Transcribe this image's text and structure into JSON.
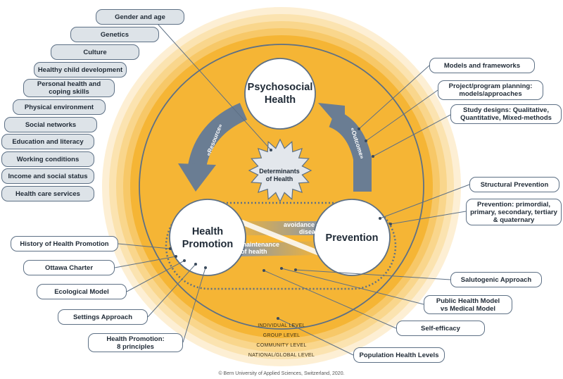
{
  "center": {
    "psychosocial": "Psychosocial\nHealth",
    "health_promotion": "Health\nPromotion",
    "prevention": "Prevention",
    "determinants": "Determinants\nof Health",
    "resource": "«Resource»",
    "outcome": "«Outcome»",
    "avoidance": "avoidance of\ndisease",
    "maintenance": "maintenance\nof health"
  },
  "levels": [
    "INDIVIDUAL LEVEL",
    "GROUP LEVEL",
    "COMMUNITY LEVEL",
    "NATIONAL/GLOBAL LEVEL"
  ],
  "determinants": [
    "Gender and age",
    "Genetics",
    "Culture",
    "Healthy child development",
    "Personal health and\ncoping skills",
    "Physical environment",
    "Social networks",
    "Education and literacy",
    "Working conditions",
    "Income and social status",
    "Health care services"
  ],
  "right_labels": [
    "Models and frameworks",
    "Project/program planning:\nmodels/approaches",
    "Study designs: Qualitative,\nQuantitative, Mixed-methods",
    "Structural Prevention",
    "Prevention: primordial,\nprimary, secondary, tertiary\n& quaternary",
    "Salutogenic Approach",
    "Public Health Model\nvs Medical Model",
    "Self-efficacy",
    "Population Health Levels"
  ],
  "left_labels": [
    "History of Health Promotion",
    "Ottawa Charter",
    "Ecological Model",
    "Settings Approach",
    "Health Promotion:\n8 principles"
  ],
  "footer": "© Bern University of Applied Sciences, Switzerland, 2020.",
  "colors": {
    "core": "#f5b535",
    "ring1": "#f7c868",
    "ring2": "#f9d68c",
    "ring3": "#fbe3b0",
    "ring4": "#fdefd4",
    "arrow": "#6a7d93",
    "outline": "#5d7085"
  }
}
